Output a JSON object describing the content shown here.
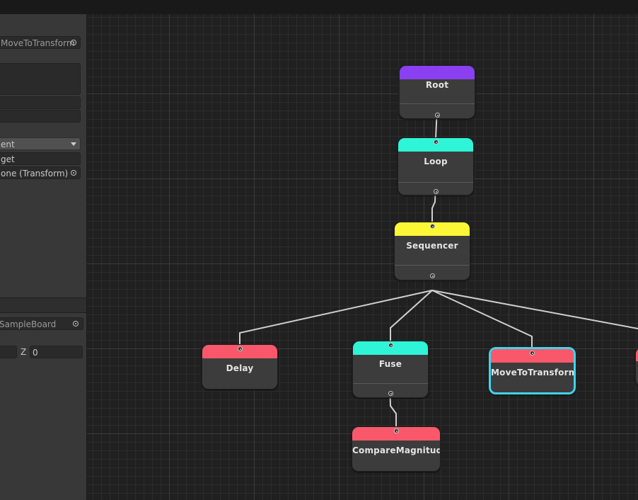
{
  "inspector": {
    "task_field": "MoveToTransform",
    "dropdown_value": "ent",
    "target_field": "get",
    "transform_field": "one (Transform)",
    "board_field": "SampleBoard",
    "z_label": "Z",
    "z_value": "0"
  },
  "graph": {
    "nodes": {
      "root": {
        "label": "Root",
        "color": "#8a3ff0"
      },
      "loop": {
        "label": "Loop",
        "color": "#2ef5d8"
      },
      "sequencer": {
        "label": "Sequencer",
        "color": "#fcf736"
      },
      "delay": {
        "label": "Delay",
        "color": "#f9586b"
      },
      "fuse": {
        "label": "Fuse",
        "color": "#2ef5d8"
      },
      "move_to_transform": {
        "label": "MoveToTransform",
        "color": "#f9586b",
        "selected": true
      },
      "compare_magnitude": {
        "label": "CompareMagnitude",
        "color": "#f9586b"
      }
    },
    "selection_color": "#3fd4ec"
  }
}
